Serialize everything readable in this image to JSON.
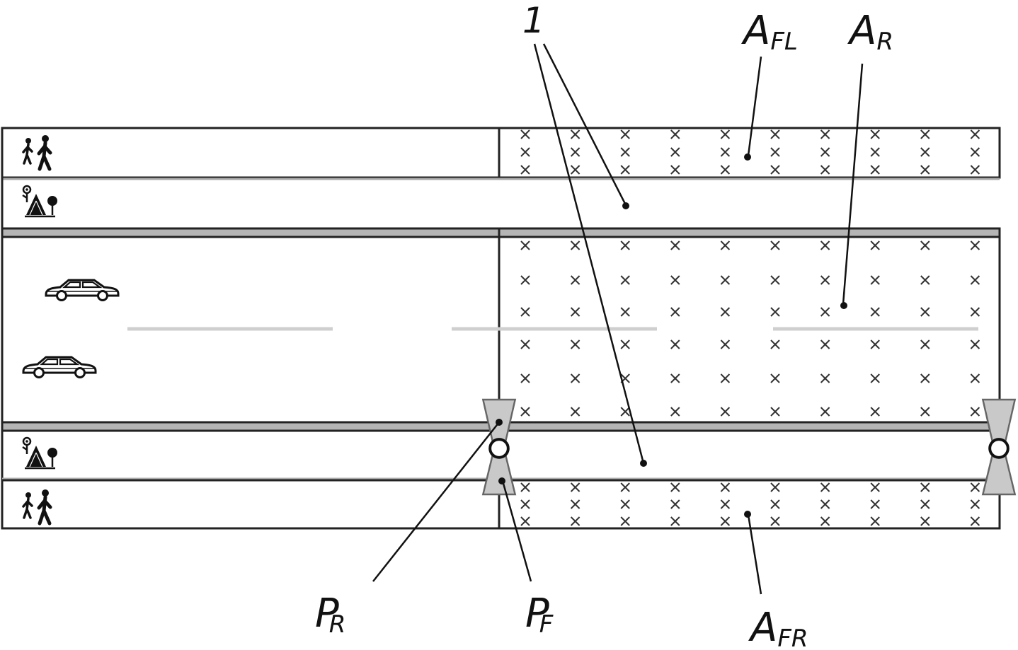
{
  "labels": {
    "marker": "1",
    "afl": {
      "main": "A",
      "sub": "FL"
    },
    "ar": {
      "main": "A",
      "sub": "R"
    },
    "afr": {
      "main": "A",
      "sub": "FR"
    },
    "pr": {
      "main": "P",
      "sub": "R"
    },
    "pf": {
      "main": "P",
      "sub": "F"
    }
  },
  "icons": {
    "sidewalk": "pedestrian-icon",
    "greenery": "tree-icon",
    "vehicle": "car-icon",
    "sensor": "sensor-icon"
  }
}
